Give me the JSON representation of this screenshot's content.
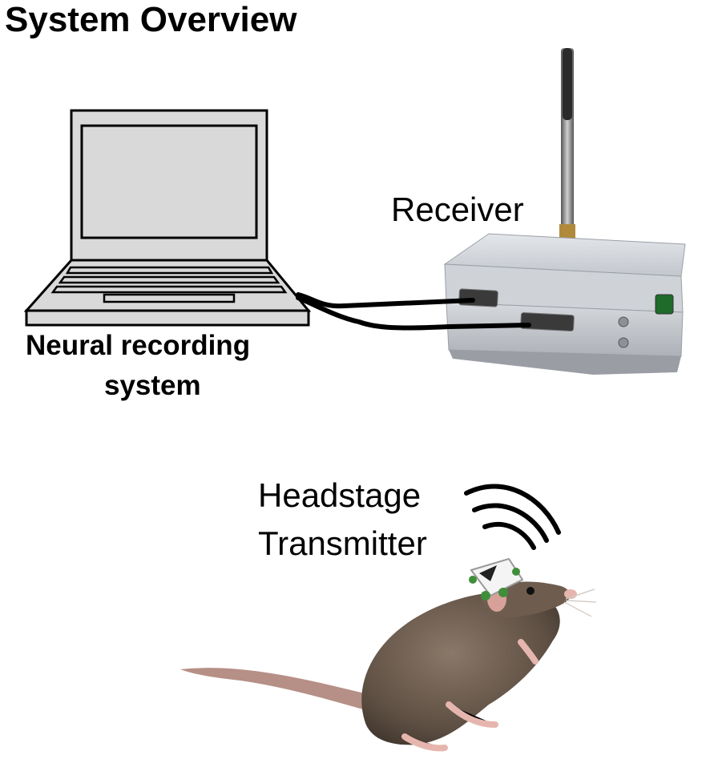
{
  "title": "System Overview",
  "labels": {
    "laptop_line1": "Neural recording",
    "laptop_line2": "system",
    "receiver": "Receiver",
    "headstage_line1": "Headstage",
    "headstage_line2": "Transmitter"
  },
  "icons": [
    "laptop-icon",
    "receiver-box",
    "antenna-icon",
    "cable-icon",
    "wireless-signal-icon",
    "rat-illustration",
    "headstage-device"
  ],
  "colors": {
    "laptop_fill": "#d9d9d9",
    "receiver_body": "#c9ccd1",
    "rat_fur": "#6b5a4c",
    "rat_skin": "#e6b6ae"
  }
}
